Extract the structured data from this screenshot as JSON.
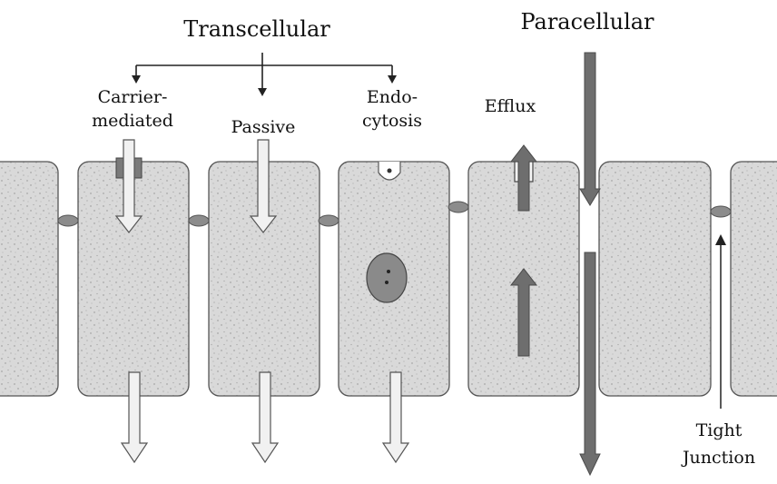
{
  "labels": {
    "transcellular": "Transcellular",
    "paracellular": "Paracellular",
    "carrier_1": "Carrier-",
    "carrier_2": "mediated",
    "passive": "Passive",
    "endo_1": "Endo-",
    "endo_2": "cytosis",
    "efflux": "Efflux",
    "tight_1": "Tight",
    "tight_2": "Junction"
  },
  "colors": {
    "cell_fill": "#d9d9d9",
    "cell_stroke": "#555555",
    "hollow_arrow_fill": "#f1f1f1",
    "dark_arrow": "#6e6e6e",
    "junction": "#8c8c8c",
    "nucleus": "#8a8a8a",
    "carrier": "#7a7a7a"
  }
}
